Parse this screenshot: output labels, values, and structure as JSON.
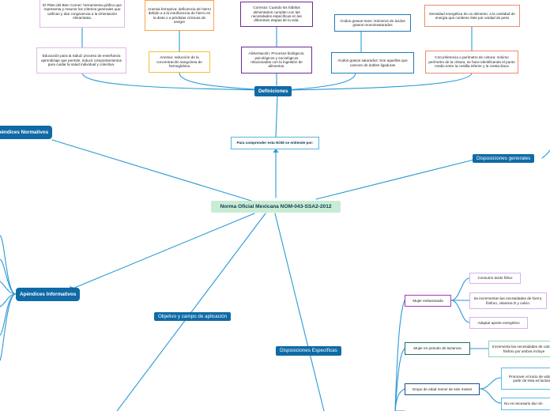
{
  "central": "Norma Oficial Mexicana NOM-043-SSA2-2012",
  "para_comprender": "Para comprender esta NOM se entiende por:",
  "labels": {
    "definiciones": "Definiciones",
    "apendices_normativos": "Apéndices Normativos",
    "disposiciones_generales": "Disposiciones generales",
    "apendices_informativos": "Apéndices Informativos",
    "objetivo": "Objetivo y campo de aplicación",
    "disposiciones_especificas": "Disposiciones Específicas"
  },
  "definitions": {
    "plato": "El Plato del Bien Comer: herramienta gráfica que representa y resume los criterios generales que unifican y dan congruencia a la Orientación Alimentaria.",
    "anemia_ferropriva": "Anemia ferropriva: deficiencia de hierro debido a a la insuficiencia de hierro en la dieta o a pérdidas crónicas de sangre",
    "correcta": "Correcta: Cuando los hábitos alimentarios cumplen con las necesidades específicas en las diferentes etapas de la vida.",
    "acidos_trans": "Ácidos grasos trans: isómeros de ácidos grasos monoinsaturados",
    "densidad": "Densidad energética de un alimento: a la cantidad de energía que contiene éste por unidad de peso",
    "educacion": "Educación para la Salud: proceso de enseñanza aprendizaje que permite, inducir comportamientos para cuidar la salud individual y colectiva.",
    "anemia": "Anemia: reducción de la concentración sanguínea de hemoglobina",
    "alimentacion": "Alimentación: Procesos biológicos, psicológicos y sociológicos relacionados con la ingestión de alimentos.",
    "acidos_saturados": "Ácidos grasos saturados: Son aquellos que carecen de dobles ligaduras",
    "circunferencia": "Circunferencia o perímetro de cintura: mínimo perímetro de la cintura, se hace identificando el punto medio entre la costilla inferior y la cresta iliaca"
  },
  "specific": {
    "mujer_embarazada": "Mujer embarazada",
    "consumir_folico": "Consumir ácido fólico",
    "incrementan": "Se incrementan las necesidades de hierro, fósforo, vitamina D y calcio.",
    "adaptar": "Adaptar aporte energético",
    "mujer_lactancia": "Mujer en periodo de lactancia",
    "incrementa_nec": "Incrementa las necesidades de calcio y fósforo por ambos incluye",
    "grupo_edad": "Grupo de edad menor de seis meses",
    "promover": "Promover el inicio de vida. A partir de esta ed lactancia",
    "no_necesario": "No es necesario dar nin"
  },
  "colors": {
    "label_bg": "#0f6aa6",
    "central_bg": "#c9ecd5",
    "connector": "#2a9ad6"
  }
}
